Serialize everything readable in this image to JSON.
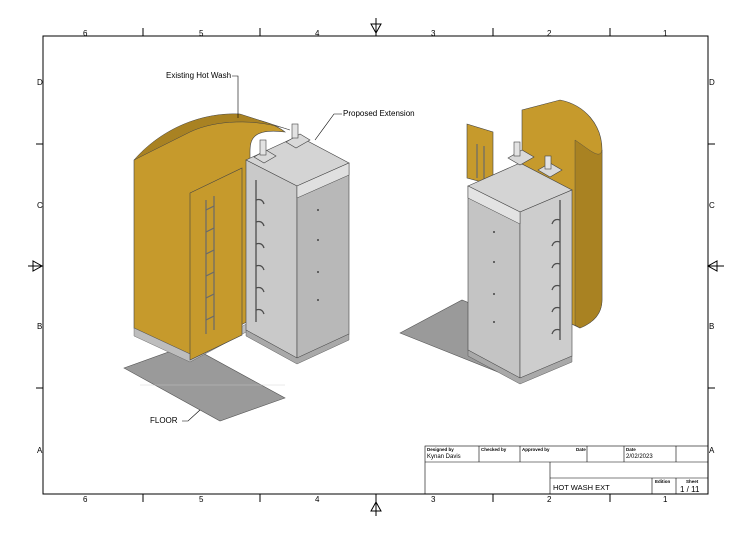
{
  "zones": {
    "columns": [
      "6",
      "5",
      "4",
      "3",
      "2",
      "1"
    ],
    "rows": [
      "D",
      "C",
      "B",
      "A"
    ]
  },
  "callouts": {
    "existing": "Existing Hot Wash",
    "proposed": "Proposed Extension",
    "floor": "FLOOR"
  },
  "title_block": {
    "designed_by_label": "Designed by",
    "designed_by": "Kynan Davis",
    "checked_by_label": "Checked by",
    "approved_by_label": "Approved by",
    "date_label_1": "Date",
    "date_label_2": "Date",
    "date": "2/02/2023",
    "title": "HOT WASH EXT",
    "edition_label": "Edition",
    "sheet_label": "Sheet",
    "sheet": "1 / 11"
  },
  "colors": {
    "wall_gold": "#c69a2c",
    "wall_gold_dark": "#a98222",
    "panel_grey": "#c9c9c9",
    "panel_grey_dark": "#b3b3b3",
    "floor_grey": "#9a9a9a"
  }
}
